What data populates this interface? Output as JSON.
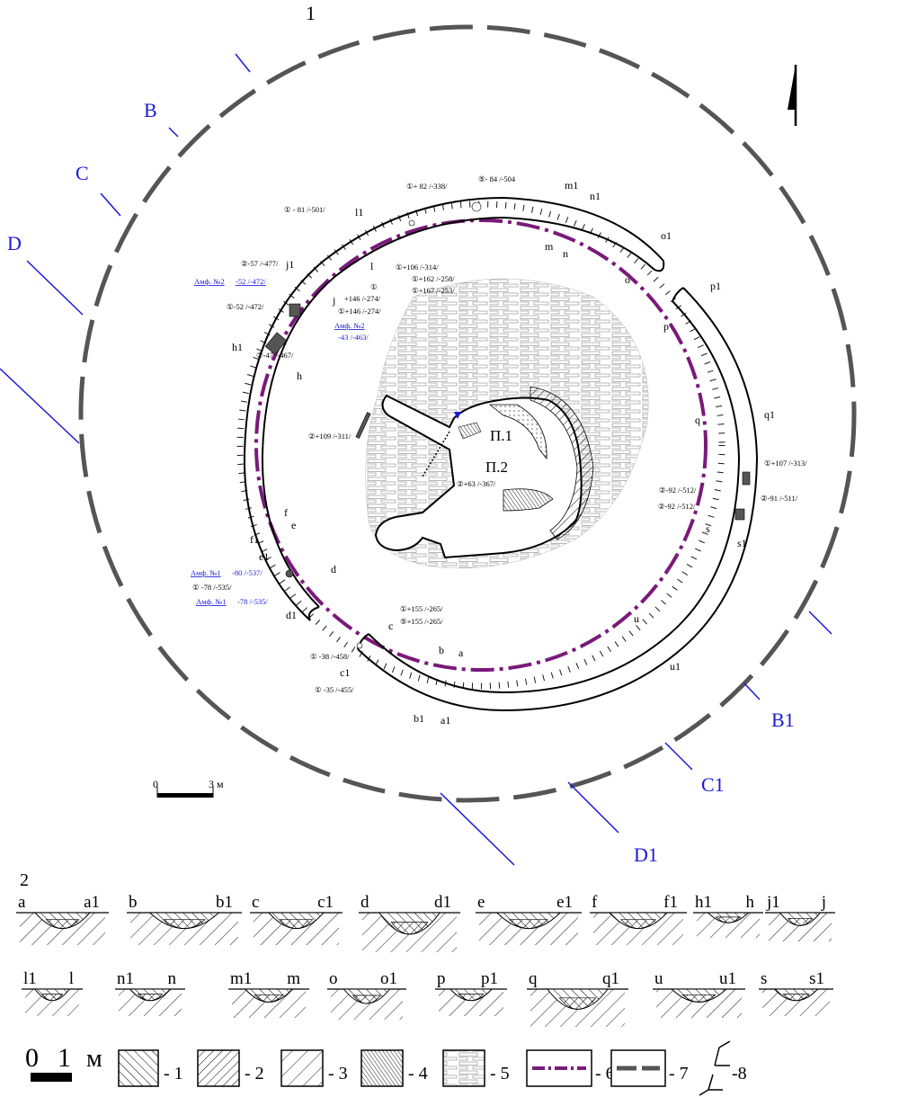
{
  "figure": {
    "part1_number": "1",
    "part2_number": "2",
    "pits": [
      "П.1",
      "П.2"
    ],
    "section_lines": [
      {
        "id": "B",
        "end": "B1"
      },
      {
        "id": "C",
        "end": "C1"
      },
      {
        "id": "D",
        "end": "D1"
      }
    ],
    "section_marks": [
      {
        "outer": "a1",
        "inner": "a"
      },
      {
        "outer": "b1",
        "inner": "b"
      },
      {
        "outer": "c1",
        "inner": "c"
      },
      {
        "outer": "d1",
        "inner": "d"
      },
      {
        "outer": "e1",
        "inner": "e"
      },
      {
        "outer": "f1",
        "inner": "f"
      },
      {
        "outer": "h1",
        "inner": "h"
      },
      {
        "outer": "j1",
        "inner": "j"
      },
      {
        "outer": "l1",
        "inner": "l"
      },
      {
        "outer": "m1",
        "inner": "m"
      },
      {
        "outer": "n1",
        "inner": "n"
      },
      {
        "outer": "o1",
        "inner": "o"
      },
      {
        "outer": "p1",
        "inner": "p"
      },
      {
        "outer": "q1",
        "inner": "q"
      },
      {
        "outer": "s1",
        "inner": "s"
      },
      {
        "outer": "u1",
        "inner": "u"
      }
    ],
    "finds": [
      "① - 81 /-501/",
      "①+ 82 /-338/",
      "⑤- 84 /-504",
      "②-57 /-477/",
      "Амф. №2",
      "-52 /-472/",
      "①-52 /-472/",
      "Амф. №2",
      "-43 /-463/",
      "②-47 /-467/",
      "①+106 /-314/",
      "①+162 /-258/",
      "①+167 /-253/",
      "①",
      "+146 /-274/",
      "①+146 /-274/",
      "②+109 /-311/",
      "②+63 /-367/",
      "①+107 /-313/",
      "②-92 /-512/",
      "②-92 /-512/",
      "②-91 /-511/",
      "Амф. №1",
      "-80 /-537/",
      "① -78 /-535/",
      "Амф. №1",
      "-78 /-535/",
      "①+155 /-265/",
      "⑤+155 /-265/",
      "① -38 /-458/",
      "① -35 /-455/"
    ],
    "scale_plan": {
      "zero": "0",
      "value": "3 м"
    },
    "profiles_row1": [
      {
        "left": "a",
        "right": "a1"
      },
      {
        "left": "b",
        "right": "b1"
      },
      {
        "left": "c",
        "right": "c1"
      },
      {
        "left": "d",
        "right": "d1"
      },
      {
        "left": "e",
        "right": "e1"
      },
      {
        "left": "f",
        "right": "f1"
      },
      {
        "left": "h1",
        "right": "h"
      },
      {
        "left": "j1",
        "right": "j"
      }
    ],
    "profiles_row2": [
      {
        "left": "l1",
        "right": "l"
      },
      {
        "left": "n1",
        "right": "n"
      },
      {
        "left": "m1",
        "right": "m"
      },
      {
        "left": "o",
        "right": "o1"
      },
      {
        "left": "p",
        "right": "p1"
      },
      {
        "left": "q",
        "right": "q1"
      },
      {
        "left": "u",
        "right": "u1"
      },
      {
        "left": "s",
        "right": "s1"
      }
    ],
    "scale_profiles": {
      "zero": "0",
      "one": "1",
      "unit": "м"
    },
    "legend": [
      "- 1",
      "- 2",
      "- 3",
      "- 4",
      "- 5",
      "- 6",
      "- 7",
      "-8"
    ],
    "colors": {
      "section_line": "#1a1ad6",
      "ditch_line": "#7a1a7a",
      "outer_circle": "#555555",
      "stone": "#c4c4c4"
    }
  }
}
